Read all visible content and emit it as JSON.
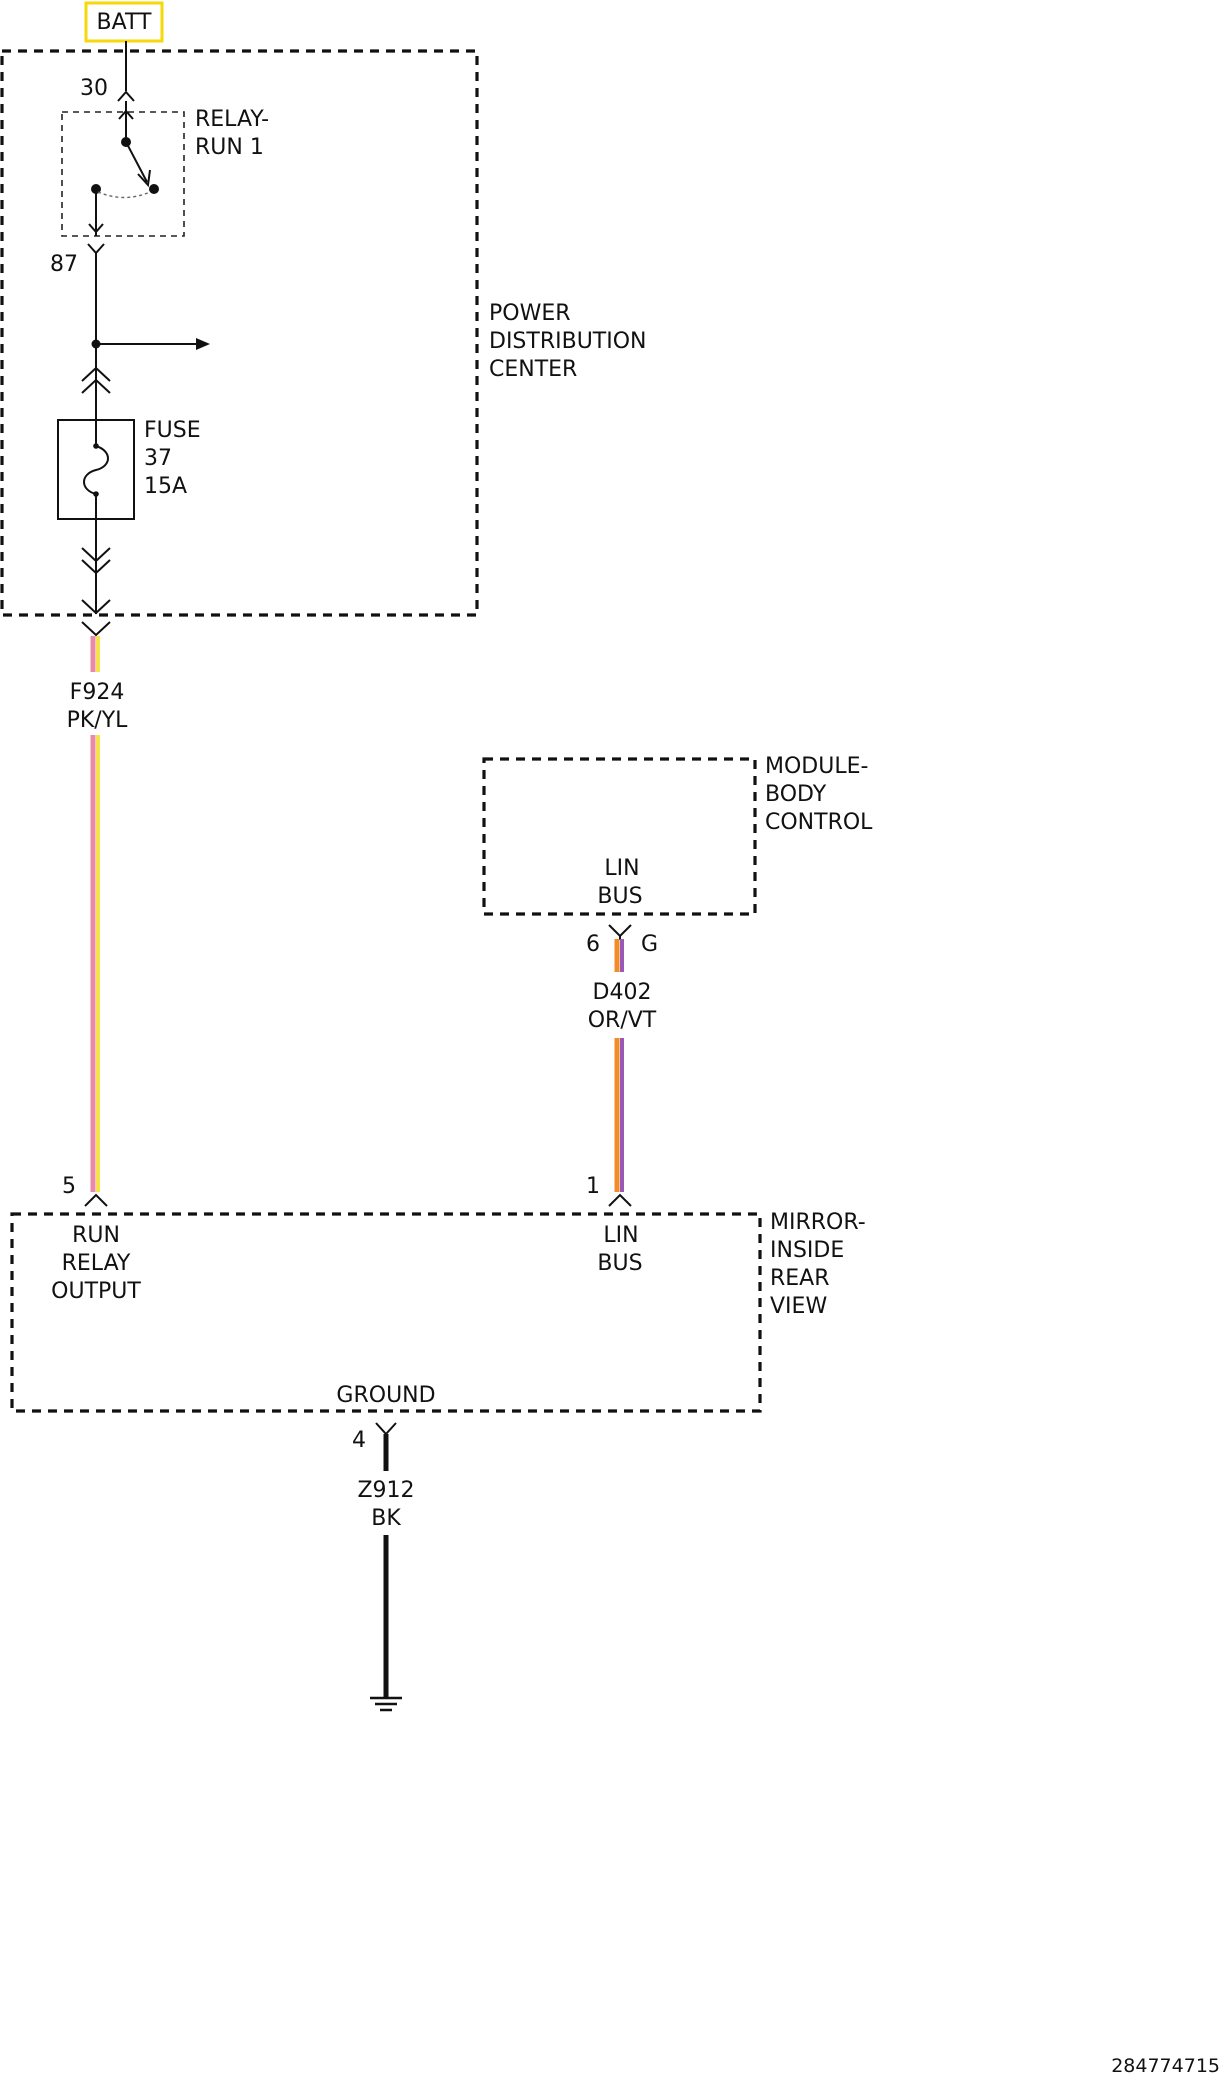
{
  "power_source": {
    "label": "BATT",
    "border_color": "#F5D90A"
  },
  "power_distribution_center": {
    "title": [
      "POWER",
      "DISTRIBUTION",
      "CENTER"
    ],
    "relay": {
      "title": [
        "RELAY-",
        "RUN 1"
      ],
      "pin_in": "30",
      "pin_out": "87"
    },
    "fuse": {
      "title": [
        "FUSE",
        "37",
        "15A"
      ]
    }
  },
  "wires": {
    "run_relay_output": {
      "circuit": "F924",
      "color_code": "PK/YL",
      "colors": [
        "#E98AA6",
        "#F6E24A"
      ]
    },
    "lin_bus": {
      "circuit": "D402",
      "color_code": "OR/VT",
      "colors": [
        "#F28C28",
        "#9B59B6"
      ]
    },
    "ground": {
      "circuit": "Z912",
      "color_code": "BK",
      "colors": [
        "#111111"
      ]
    }
  },
  "body_control_module": {
    "title": [
      "MODULE-",
      "BODY",
      "CONTROL"
    ],
    "pin_label": [
      "LIN",
      "BUS"
    ],
    "pin_number": "6",
    "connector": "G"
  },
  "mirror": {
    "title": [
      "MIRROR-",
      "INSIDE",
      "REAR",
      "VIEW"
    ],
    "run_relay_pin": {
      "number": "5",
      "label": [
        "RUN",
        "RELAY",
        "OUTPUT"
      ]
    },
    "lin_pin": {
      "number": "1",
      "label": [
        "LIN",
        "BUS"
      ]
    },
    "ground_pin": {
      "number": "4",
      "label": "GROUND"
    }
  },
  "document_id": "284774715"
}
